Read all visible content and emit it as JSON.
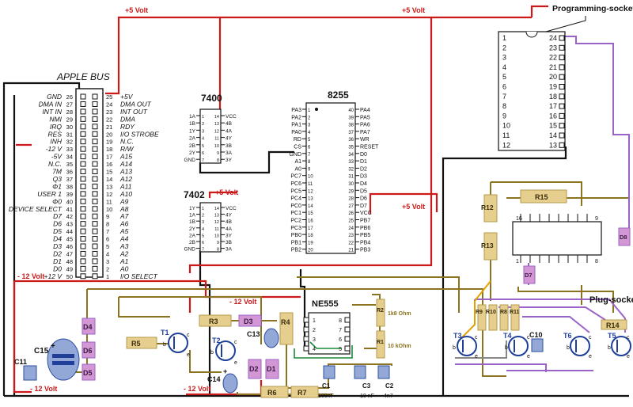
{
  "labels": {
    "apple_bus": "APPLE BUS",
    "programming_socket": "Programming-socket",
    "plug_socket": "Plug-socket",
    "ic_7400": "7400",
    "ic_7402": "7402",
    "ic_8255": "8255",
    "ic_ne555": "NE555",
    "plus5_a": "+5 Volt",
    "plus5_b": "+5 Volt",
    "plus5_c": "+5 Volt",
    "plus5_d": "+5 Volt",
    "minus12_a": "- 12 Volt",
    "minus12_b": "- 12 Volt",
    "minus12_c": "- 12 Volt",
    "minus12_d": "- 12 Volt"
  },
  "apple_bus_left": [
    {
      "name": "GND",
      "num": "26"
    },
    {
      "name": "DMA IN",
      "num": "27"
    },
    {
      "name": "INT IN",
      "num": "28"
    },
    {
      "name": "NMI",
      "num": "29"
    },
    {
      "name": "IRQ",
      "num": "30"
    },
    {
      "name": "RES",
      "num": "31"
    },
    {
      "name": "INH",
      "num": "32"
    },
    {
      "name": "-12 V",
      "num": "33"
    },
    {
      "name": "-5V",
      "num": "34"
    },
    {
      "name": "N.C.",
      "num": "35"
    },
    {
      "name": "7M",
      "num": "36"
    },
    {
      "name": "Q3",
      "num": "37"
    },
    {
      "name": "Φ1",
      "num": "38"
    },
    {
      "name": "USER 1",
      "num": "39"
    },
    {
      "name": "Φ0",
      "num": "40"
    },
    {
      "name": "DEVICE SELECT",
      "num": "41"
    },
    {
      "name": "D7",
      "num": "42"
    },
    {
      "name": "D6",
      "num": "43"
    },
    {
      "name": "D5",
      "num": "44"
    },
    {
      "name": "D4",
      "num": "45"
    },
    {
      "name": "D3",
      "num": "46"
    },
    {
      "name": "D2",
      "num": "47"
    },
    {
      "name": "D1",
      "num": "48"
    },
    {
      "name": "D0",
      "num": "49"
    },
    {
      "name": "+12 V",
      "num": "50"
    }
  ],
  "apple_bus_right": [
    {
      "num": "25",
      "name": "+5V"
    },
    {
      "num": "24",
      "name": "DMA OUT"
    },
    {
      "num": "23",
      "name": "INT OUT"
    },
    {
      "num": "22",
      "name": "DMA"
    },
    {
      "num": "21",
      "name": "RDY"
    },
    {
      "num": "20",
      "name": "I/O STROBE"
    },
    {
      "num": "19",
      "name": "N.C."
    },
    {
      "num": "18",
      "name": "R/W"
    },
    {
      "num": "17",
      "name": "A15"
    },
    {
      "num": "16",
      "name": "A14"
    },
    {
      "num": "15",
      "name": "A13"
    },
    {
      "num": "14",
      "name": "A12"
    },
    {
      "num": "13",
      "name": "A11"
    },
    {
      "num": "12",
      "name": "A10"
    },
    {
      "num": "11",
      "name": "A9"
    },
    {
      "num": "10",
      "name": "A8"
    },
    {
      "num": "9",
      "name": "A7"
    },
    {
      "num": "8",
      "name": "A6"
    },
    {
      "num": "7",
      "name": "A5"
    },
    {
      "num": "6",
      "name": "A4"
    },
    {
      "num": "5",
      "name": "A3"
    },
    {
      "num": "4",
      "name": "A2"
    },
    {
      "num": "3",
      "name": "A1"
    },
    {
      "num": "2",
      "name": "A0"
    },
    {
      "num": "1",
      "name": "I/O SELECT"
    }
  ],
  "ic7400": {
    "left": [
      {
        "n": "1",
        "t": "1A"
      },
      {
        "n": "2",
        "t": "1B"
      },
      {
        "n": "3",
        "t": "1Y"
      },
      {
        "n": "4",
        "t": "2A"
      },
      {
        "n": "5",
        "t": "2B"
      },
      {
        "n": "6",
        "t": "2Y"
      },
      {
        "n": "7",
        "t": "GND"
      }
    ],
    "right": [
      {
        "n": "14",
        "t": "VCC"
      },
      {
        "n": "13",
        "t": "4B"
      },
      {
        "n": "12",
        "t": "4A"
      },
      {
        "n": "11",
        "t": "4Y"
      },
      {
        "n": "10",
        "t": "3B"
      },
      {
        "n": "9",
        "t": "3A"
      },
      {
        "n": "8",
        "t": "3Y"
      }
    ]
  },
  "ic7402": {
    "left": [
      {
        "n": "1",
        "t": "1Y"
      },
      {
        "n": "2",
        "t": "1A"
      },
      {
        "n": "3",
        "t": "1B"
      },
      {
        "n": "4",
        "t": "2Y"
      },
      {
        "n": "5",
        "t": "2A"
      },
      {
        "n": "6",
        "t": "2B"
      },
      {
        "n": "7",
        "t": "GND"
      }
    ],
    "right": [
      {
        "n": "14",
        "t": "VCC"
      },
      {
        "n": "13",
        "t": "4Y"
      },
      {
        "n": "12",
        "t": "4B"
      },
      {
        "n": "11",
        "t": "4A"
      },
      {
        "n": "10",
        "t": "3Y"
      },
      {
        "n": "9",
        "t": "3B"
      },
      {
        "n": "8",
        "t": "3A"
      }
    ]
  },
  "ic8255": {
    "left": [
      {
        "n": "1",
        "t": "PA3"
      },
      {
        "n": "2",
        "t": "PA2"
      },
      {
        "n": "3",
        "t": "PA1"
      },
      {
        "n": "4",
        "t": "PA0"
      },
      {
        "n": "5",
        "t": "RD"
      },
      {
        "n": "6",
        "t": "CS"
      },
      {
        "n": "7",
        "t": "GND"
      },
      {
        "n": "8",
        "t": "A1"
      },
      {
        "n": "9",
        "t": "A0"
      },
      {
        "n": "10",
        "t": "PC7"
      },
      {
        "n": "11",
        "t": "PC6"
      },
      {
        "n": "12",
        "t": "PC5"
      },
      {
        "n": "13",
        "t": "PC4"
      },
      {
        "n": "14",
        "t": "PC0"
      },
      {
        "n": "15",
        "t": "PC1"
      },
      {
        "n": "16",
        "t": "PC2"
      },
      {
        "n": "17",
        "t": "PC3"
      },
      {
        "n": "18",
        "t": "PB0"
      },
      {
        "n": "19",
        "t": "PB1"
      },
      {
        "n": "20",
        "t": "PB2"
      }
    ],
    "right": [
      {
        "n": "40",
        "t": "PA4"
      },
      {
        "n": "39",
        "t": "PA5"
      },
      {
        "n": "38",
        "t": "PA6"
      },
      {
        "n": "37",
        "t": "PA7"
      },
      {
        "n": "36",
        "t": "WR"
      },
      {
        "n": "35",
        "t": "RESET"
      },
      {
        "n": "34",
        "t": "D0"
      },
      {
        "n": "33",
        "t": "D1"
      },
      {
        "n": "32",
        "t": "D2"
      },
      {
        "n": "31",
        "t": "D3"
      },
      {
        "n": "30",
        "t": "D4"
      },
      {
        "n": "29",
        "t": "D5"
      },
      {
        "n": "28",
        "t": "D6"
      },
      {
        "n": "27",
        "t": "D7"
      },
      {
        "n": "26",
        "t": "VCC"
      },
      {
        "n": "25",
        "t": "PB7"
      },
      {
        "n": "24",
        "t": "PB6"
      },
      {
        "n": "23",
        "t": "PB5"
      },
      {
        "n": "22",
        "t": "PB4"
      },
      {
        "n": "21",
        "t": "PB3"
      }
    ]
  },
  "prog_socket": {
    "left": [
      "1",
      "2",
      "3",
      "4",
      "5",
      "6",
      "7",
      "8",
      "9",
      "10",
      "11",
      "12"
    ],
    "right": [
      "24",
      "23",
      "22",
      "21",
      "20",
      "19",
      "18",
      "17",
      "16",
      "15",
      "14",
      "13"
    ]
  },
  "plug_ic_pins": {
    "p16": "16",
    "p9": "9",
    "p1": "1",
    "p8": "8"
  },
  "components": {
    "R3": "R3",
    "R4": "R4",
    "R5": "R5",
    "R6": "R6",
    "R7": "R7",
    "R8": "R8",
    "R9": "R9",
    "R10": "R10",
    "R11": "R11",
    "R12": "R12",
    "R13": "R13",
    "R14": "R14",
    "R15": "R15",
    "R1": "R1",
    "R2": "R2",
    "D1": "D1",
    "D2": "D2",
    "D3": "D3",
    "D4": "D4",
    "D5": "D5",
    "D6": "D6",
    "D7": "D7",
    "D8": "D8",
    "T1": "T1",
    "T2": "T2",
    "T3": "T3",
    "T4": "T4",
    "T5": "T5",
    "T6": "T6",
    "C1": "C1",
    "C2": "C2",
    "C3": "C3",
    "C10": "C10",
    "C11": "C11",
    "C13": "C13",
    "C14": "C14",
    "C15": "C15",
    "r2_val": "1k8 Ohm",
    "r1_val": "10 kOhm",
    "c1_val": "100nF",
    "c3_val": "10 nF",
    "c2_val": "4n7"
  },
  "ne555_pins": {
    "l": [
      "1",
      "2",
      "3",
      "4"
    ],
    "r": [
      "8",
      "7",
      "6",
      "5"
    ]
  },
  "transistor_pins": {
    "b": "b",
    "c": "c",
    "e": "e"
  },
  "polarity": {
    "plus": "+",
    "minus": "-"
  },
  "colors": {
    "power_red": "#cc1a1a",
    "ground_black": "#111111",
    "wire_olive": "#8b7320",
    "wire_purple": "#9b63c8",
    "wire_orange": "#e2a200",
    "resistor_fill": "#e6cf8e",
    "diode_fill": "#d497d6",
    "cap_blue": "#2d4fa0",
    "cap_light": "#93a8d6",
    "transistor_blue": "#1f3f9a"
  }
}
